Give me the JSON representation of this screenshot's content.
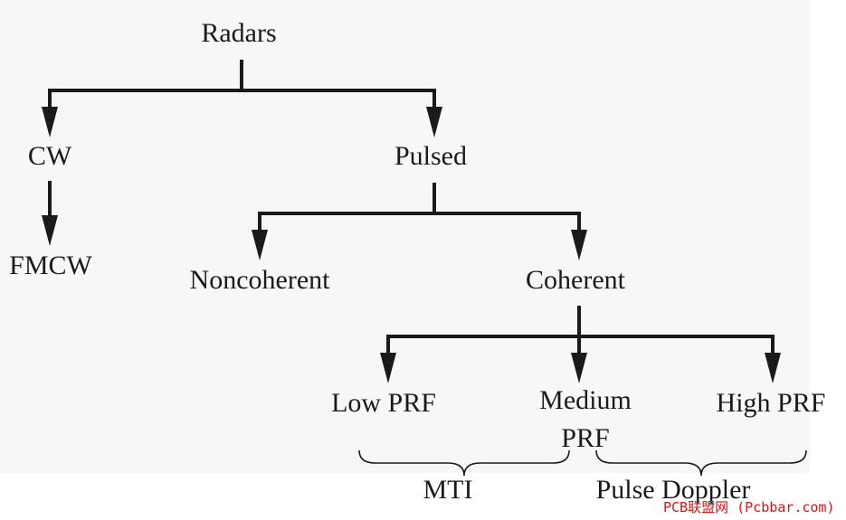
{
  "nodes": {
    "radars": "Radars",
    "cw": "CW",
    "pulsed": "Pulsed",
    "fmcw": "FMCW",
    "noncoherent": "Noncoherent",
    "coherent": "Coherent",
    "low_prf": "Low PRF",
    "medium_prf": "Medium\nPRF",
    "high_prf": "High PRF"
  },
  "groups": {
    "mti": "MTI",
    "pulse_doppler": "Pulse Doppler"
  },
  "watermark": "PCB联盟网 (Pcbbar.com)",
  "colors": {
    "line": "#1a1a1a",
    "watermark": "#d81414",
    "panel": "#f7f7f7"
  }
}
